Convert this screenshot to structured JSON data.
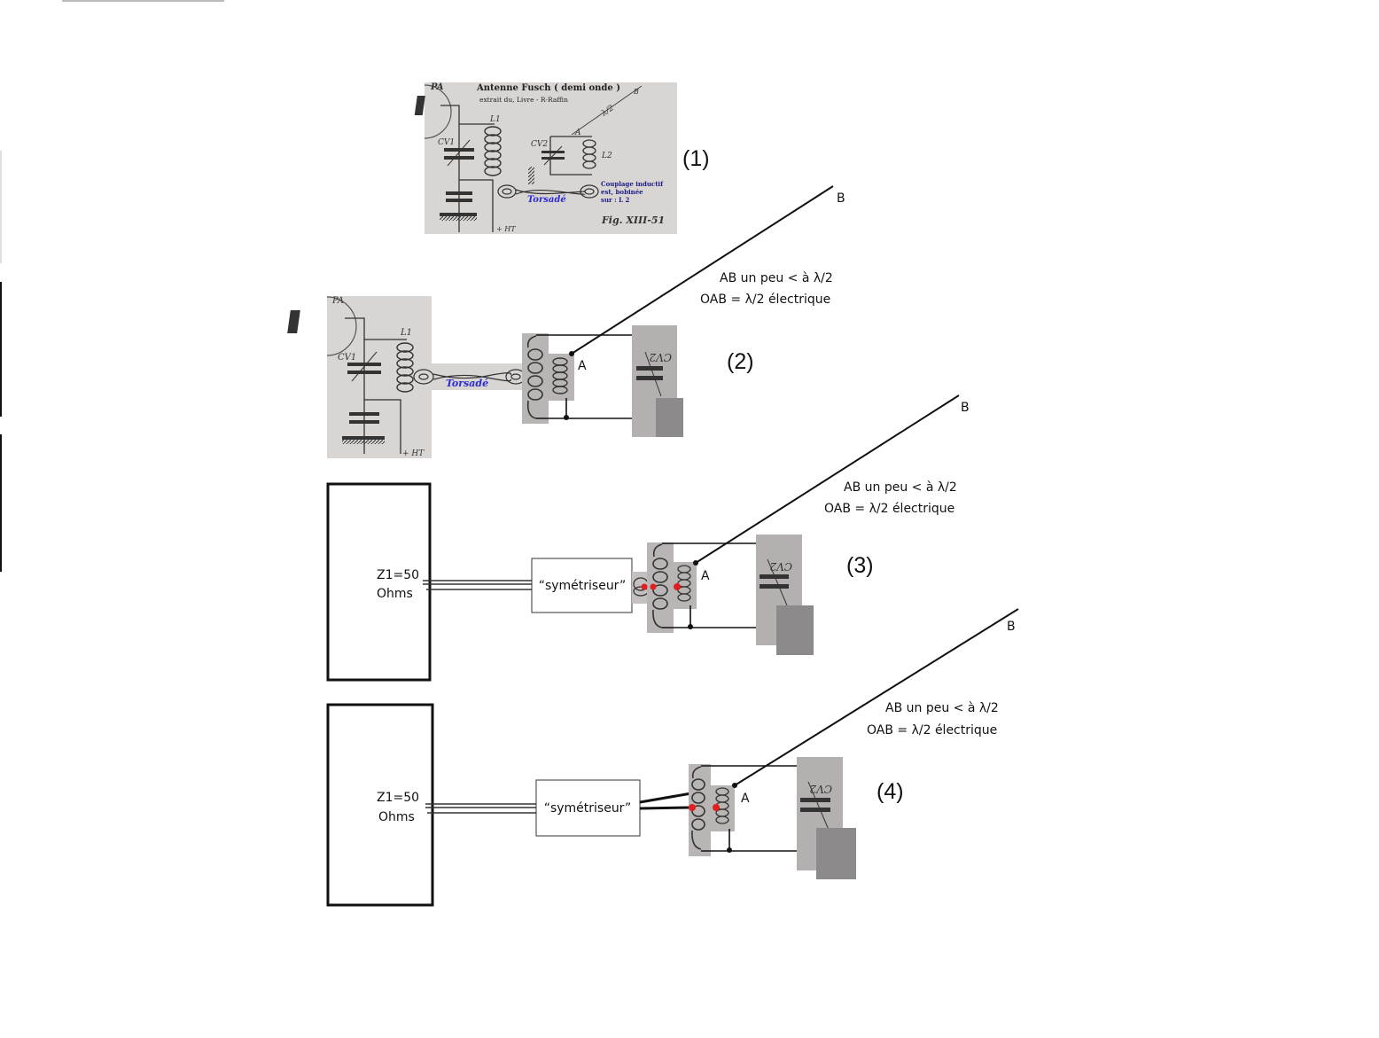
{
  "diagram": {
    "fig1": {
      "number_label": "(1)",
      "title": "Antenne Fusch ( demi onde )",
      "subtitle": "extrait du, Livre - R-Raffin",
      "pa_label": "PA",
      "cv1_label": "CV1",
      "l1_label": "L1",
      "cv2_label": "CV2",
      "l2_label": "L2",
      "point_a": "A",
      "point_b": "B",
      "lambda_label": "λ/2",
      "twisted_label": "Torsadé",
      "coupling_note": [
        "Couplage inductif",
        "est, bobinée",
        "sur : L 2"
      ],
      "ht_label": "+ HT",
      "figure_ref": "Fig. XIII-51"
    },
    "fig2": {
      "number_label": "(2)",
      "pa_label": "PA",
      "cv1_label": "CV1",
      "l1_label": "L1",
      "twisted_label": "Torsadé",
      "ht_label": "+ HT",
      "point_a": "A",
      "point_b": "B",
      "cv2_label": "CV2",
      "note_line1": "AB un peu < à λ/2",
      "note_line2": "OAB = λ/2 électrique"
    },
    "fig3": {
      "number_label": "(3)",
      "source_line1": "Z1=50",
      "source_line2": "Ohms",
      "balun_label": "“symétriseur”",
      "point_a": "A",
      "point_b": "B",
      "cv2_label": "CV2",
      "note_line1": "AB un peu < à λ/2",
      "note_line2": "OAB = λ/2 électrique"
    },
    "fig4": {
      "number_label": "(4)",
      "source_line1": "Z1=50",
      "source_line2": "Ohms",
      "balun_label": "“symétriseur”",
      "point_a": "A",
      "point_b": "B",
      "cv2_label": "CV2",
      "note_line1": "AB un peu < à λ/2",
      "note_line2": "OAB = λ/2 électrique"
    },
    "colors": {
      "paper": "#d9d6d4",
      "paper_dark": "#b0acab",
      "ink": "#2a2a2a",
      "blue_text": "#2a2ad0",
      "navy_text": "#1d1d8a",
      "red_dot": "#e02020",
      "gray_block": "#8c8a8b"
    }
  }
}
